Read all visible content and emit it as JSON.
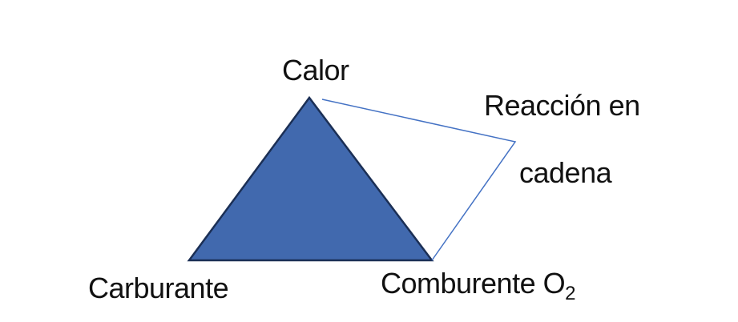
{
  "labels": {
    "heat": "Calor",
    "chain_reaction_line1": "Reacción en",
    "chain_reaction_line2": "cadena",
    "fuel": "Carburante",
    "oxidizer": "Comburente O",
    "oxidizer_subscript": "2"
  },
  "colors": {
    "triangle_fill": "#4169AE",
    "triangle_stroke": "#1B2F55",
    "chain_line": "#4472C4",
    "text": "#111111",
    "background": "#FFFFFF"
  }
}
